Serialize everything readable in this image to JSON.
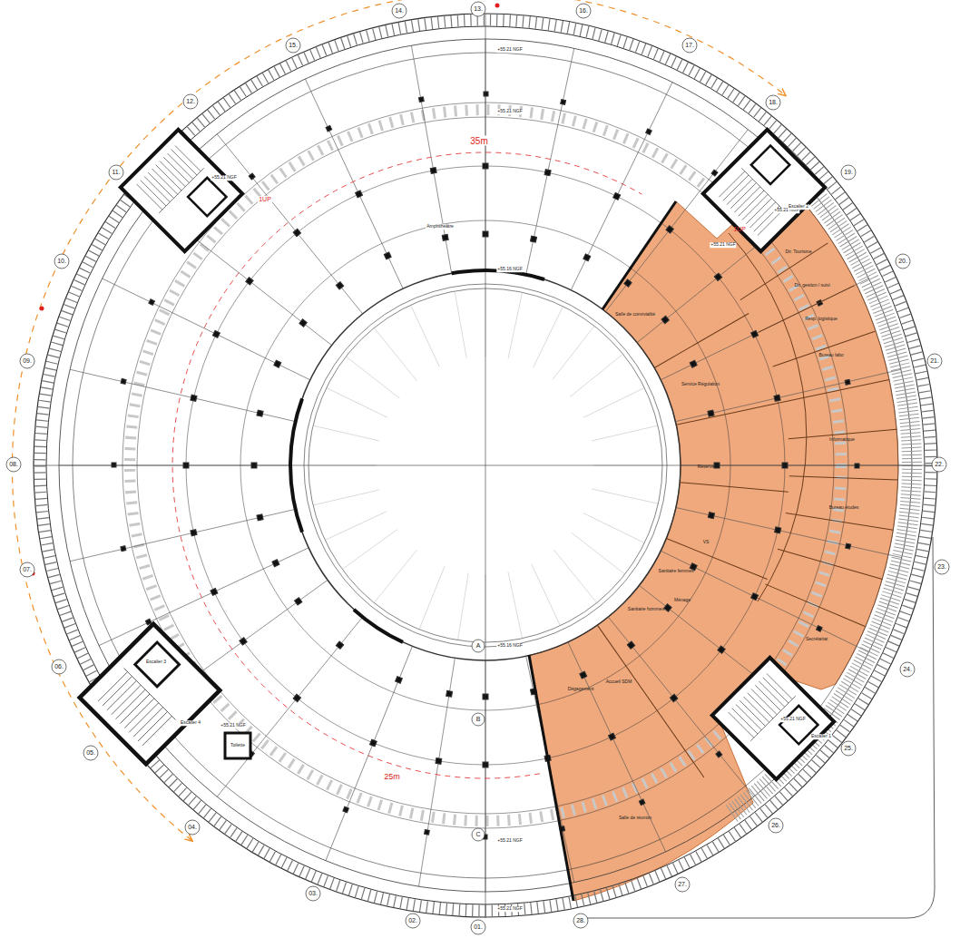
{
  "diagram": {
    "labels": [
      "01.",
      "02.",
      "03.",
      "04.",
      "05.",
      "06.",
      "07.",
      "08.",
      "09.",
      "10.",
      "11.",
      "12.",
      "13.",
      "14.",
      "15.",
      "16.",
      "17.",
      "18.",
      "19.",
      "20.",
      "21.",
      "22.",
      "23.",
      "24.",
      "25.",
      "26.",
      "27.",
      "28.",
      "35m",
      "25m",
      "1UP",
      "1UP",
      "+55.21 NGF",
      "+55.21 NGF",
      "+55.16 NGF",
      "+55.16 NGF",
      "+55.21 NGF",
      "+55.21 NGF",
      "+55.21 NGF",
      "+55.21 NGF",
      "+55.21 NGF",
      "+55.21 NGF",
      "+55.21 NGF",
      "A",
      "B",
      "C",
      "Salle de convivialité",
      "Service Régulation",
      "Réserve",
      "VS",
      "Sanitaire femmes",
      "Sanitaire hommes",
      "Ménage",
      "Dégagement",
      "Accueil SDM",
      "Salle de réunion",
      "Dir. Tourisme",
      "Dir. gestion / suivi",
      "Resp. logistique",
      "Bureau labo",
      "Informatique",
      "Bureau études",
      "Secrétariat",
      "Amphithéâtre",
      "Escalier 1",
      "Escalier 2",
      "Escalier 3",
      "Escalier 4",
      "Toilette"
    ]
  }
}
